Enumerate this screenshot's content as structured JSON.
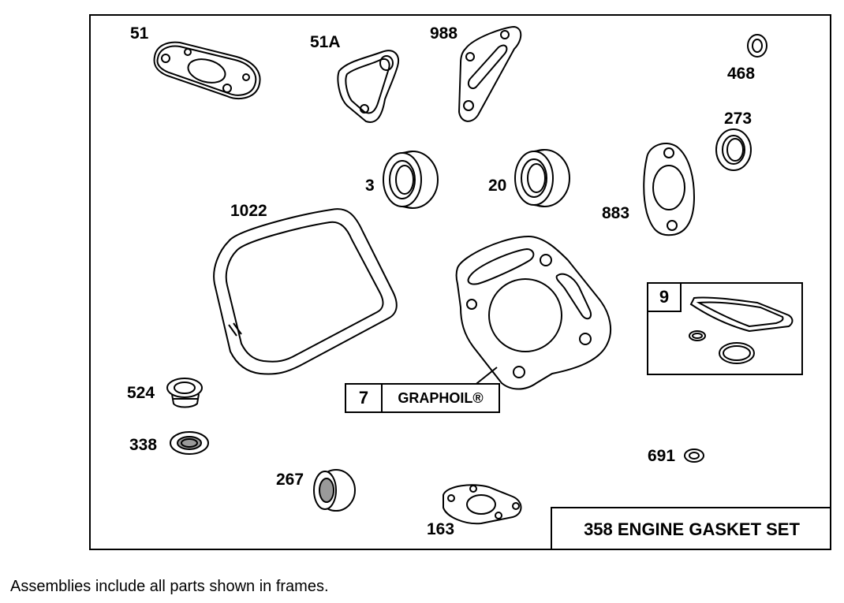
{
  "title": "358 ENGINE GASKET SET",
  "footnote": "Assemblies include all parts shown in frames.",
  "callouts": {
    "p51": "51",
    "p51a": "51A",
    "p988": "988",
    "p468": "468",
    "p273": "273",
    "p3": "3",
    "p20": "20",
    "p883": "883",
    "p1022": "1022",
    "p524": "524",
    "p338": "338",
    "p267": "267",
    "p163": "163",
    "p691": "691"
  },
  "kits": {
    "graphoil": {
      "number": "7",
      "label": "GRAPHOIL®"
    },
    "frame9": {
      "number": "9"
    }
  },
  "colors": {
    "line": "#000000",
    "fill": "#ffffff",
    "shade": "#9a9a9a"
  }
}
